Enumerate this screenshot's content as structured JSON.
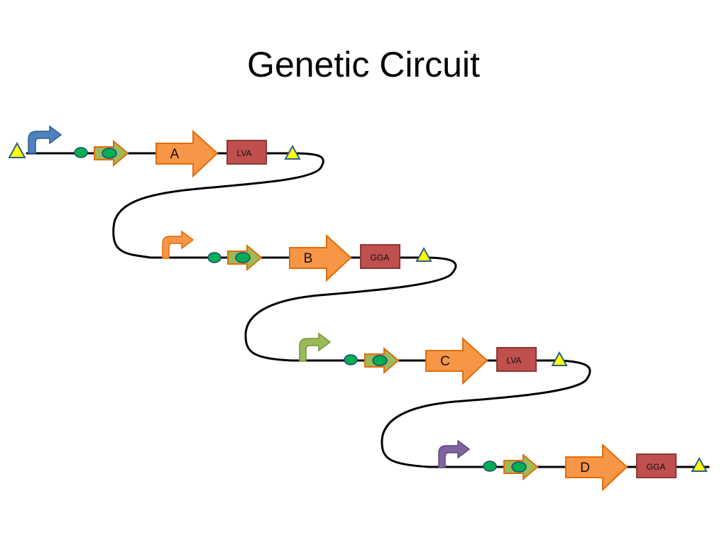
{
  "title": "Genetic Circuit",
  "colors": {
    "wire": "#000000",
    "gene_fill": "#F79646",
    "gene_stroke": "#E46C0A",
    "tag_fill": "#C0504D",
    "tag_stroke": "#8C3836",
    "terminator_fill": "#FFFF00",
    "terminator_stroke": "#2E5E8C",
    "rbs_fill": "#00B050",
    "rbs_stroke": "#1F497D",
    "rbs_arrow_fill": "#9BBB59",
    "rbs_arrow_stroke": "#E46C0A"
  },
  "cassettes": [
    {
      "gene": "A",
      "tag": "LVA",
      "promoter_color": "#4F81BD",
      "promoter_icon": "blue-promoter-arrow"
    },
    {
      "gene": "B",
      "tag": "GGA",
      "promoter_color": "#F79646",
      "promoter_icon": "orange-promoter-arrow"
    },
    {
      "gene": "C",
      "tag": "LVA",
      "promoter_color": "#9BBB59",
      "promoter_icon": "green-promoter-arrow"
    },
    {
      "gene": "D",
      "tag": "GGA",
      "promoter_color": "#8064A2",
      "promoter_icon": "purple-promoter-arrow"
    }
  ]
}
